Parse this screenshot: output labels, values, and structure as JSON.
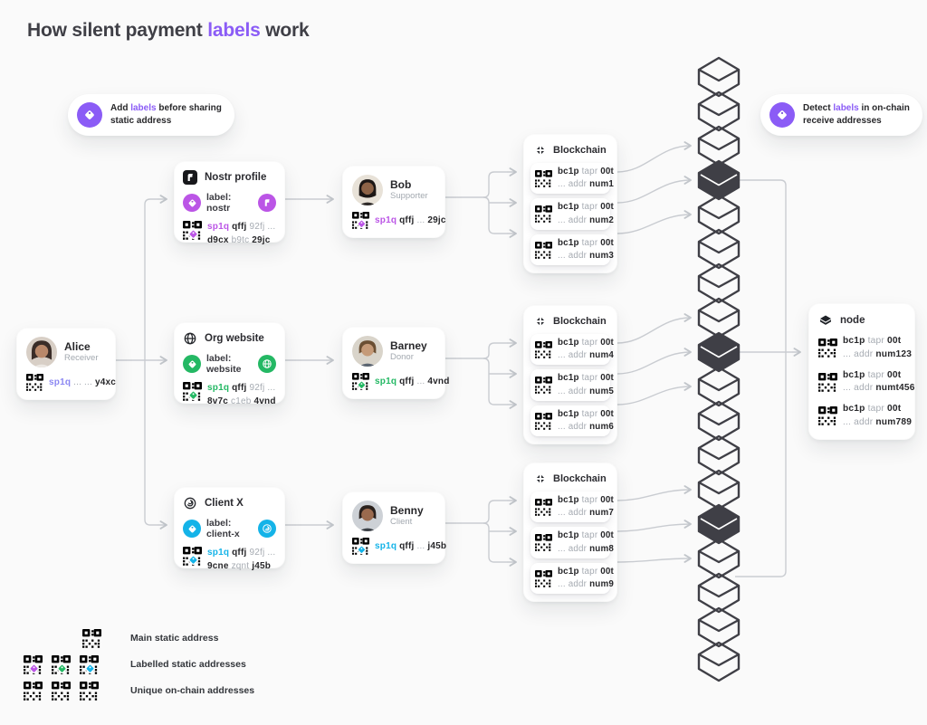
{
  "title": {
    "pre": "How silent payment ",
    "highlight": "labels",
    "post": " work"
  },
  "callout_left": {
    "pre": "Add ",
    "highlight": "labels",
    "post": " before sharing",
    "line2": "static address"
  },
  "callout_right": {
    "pre": "Detect ",
    "highlight": "labels",
    "post": " in on-chain",
    "line2": "receive addresses"
  },
  "alice": {
    "name": "Alice",
    "role": "Receiver",
    "addr": {
      "a": "sp1q",
      "b": "... ...",
      "c": "y4xc"
    }
  },
  "label_cards": [
    {
      "title": "Nostr profile",
      "label": "label: nostr",
      "addr": {
        "a": "sp1q",
        "b": "qffj",
        "c": "92fj ...",
        "d": "d9cx",
        "e": "b9tc",
        "f": "29jc"
      }
    },
    {
      "title": "Org website",
      "label": "label: website",
      "addr": {
        "a": "sp1q",
        "b": "qffj",
        "c": "92fj ...",
        "d": "8v7c",
        "e": "c1eb",
        "f": "4vnd"
      }
    },
    {
      "title": "Client X",
      "label": "label: client-x",
      "addr": {
        "a": "sp1q",
        "b": "qffj",
        "c": "92fj ...",
        "d": "9cne",
        "e": "zqnt",
        "f": "j45b"
      }
    }
  ],
  "persons": [
    {
      "name": "Bob",
      "role": "Supporter",
      "addr": {
        "a": "sp1q",
        "b": "qffj",
        "c": "...",
        "d": "29jc"
      }
    },
    {
      "name": "Barney",
      "role": "Donor",
      "addr": {
        "a": "sp1q",
        "b": "qffj",
        "c": "...",
        "d": "4vnd"
      }
    },
    {
      "name": "Benny",
      "role": "Client",
      "addr": {
        "a": "sp1q",
        "b": "qffj",
        "c": "...",
        "d": "j45b"
      }
    }
  ],
  "blockchain_cards": [
    {
      "title": "Blockchain",
      "rows": [
        {
          "a": "bc1p",
          "b": "tapr",
          "c": "00t",
          "d": "...",
          "e": "addr",
          "f": "num1"
        },
        {
          "a": "bc1p",
          "b": "tapr",
          "c": "00t",
          "d": "...",
          "e": "addr",
          "f": "num2"
        },
        {
          "a": "bc1p",
          "b": "tapr",
          "c": "00t",
          "d": "...",
          "e": "addr",
          "f": "num3"
        }
      ]
    },
    {
      "title": "Blockchain",
      "rows": [
        {
          "a": "bc1p",
          "b": "tapr",
          "c": "00t",
          "d": "...",
          "e": "addr",
          "f": "num4"
        },
        {
          "a": "bc1p",
          "b": "tapr",
          "c": "00t",
          "d": "...",
          "e": "addr",
          "f": "num5"
        },
        {
          "a": "bc1p",
          "b": "tapr",
          "c": "00t",
          "d": "...",
          "e": "addr",
          "f": "num6"
        }
      ]
    },
    {
      "title": "Blockchain",
      "rows": [
        {
          "a": "bc1p",
          "b": "tapr",
          "c": "00t",
          "d": "...",
          "e": "addr",
          "f": "num7"
        },
        {
          "a": "bc1p",
          "b": "tapr",
          "c": "00t",
          "d": "...",
          "e": "addr",
          "f": "num8"
        },
        {
          "a": "bc1p",
          "b": "tapr",
          "c": "00t",
          "d": "...",
          "e": "addr",
          "f": "num9"
        }
      ]
    }
  ],
  "node_card": {
    "title": "node",
    "rows": [
      {
        "a": "bc1p",
        "b": "tapr",
        "c": "00t",
        "d": "...",
        "e": "addr",
        "f": "num123"
      },
      {
        "a": "bc1p",
        "b": "tapr",
        "c": "00t",
        "d": "...",
        "e": "addr",
        "f": "numt456"
      },
      {
        "a": "bc1p",
        "b": "tapr",
        "c": "00t",
        "d": "...",
        "e": "addr",
        "f": "num789"
      }
    ]
  },
  "legend": [
    {
      "label": "Main static address"
    },
    {
      "label": "Labelled static addresses"
    },
    {
      "label": "Unique on-chain addresses"
    }
  ],
  "chain": {
    "count": 18,
    "filled_positions": [
      4,
      9,
      14
    ]
  },
  "colors": {
    "accent_purple": "#8b5cf6",
    "violet": "#8b87f2",
    "magenta": "#bb55e6",
    "green": "#24b864",
    "cyan": "#14b3e8",
    "dark": "#3f3f46",
    "line": "#c9ccd1"
  }
}
